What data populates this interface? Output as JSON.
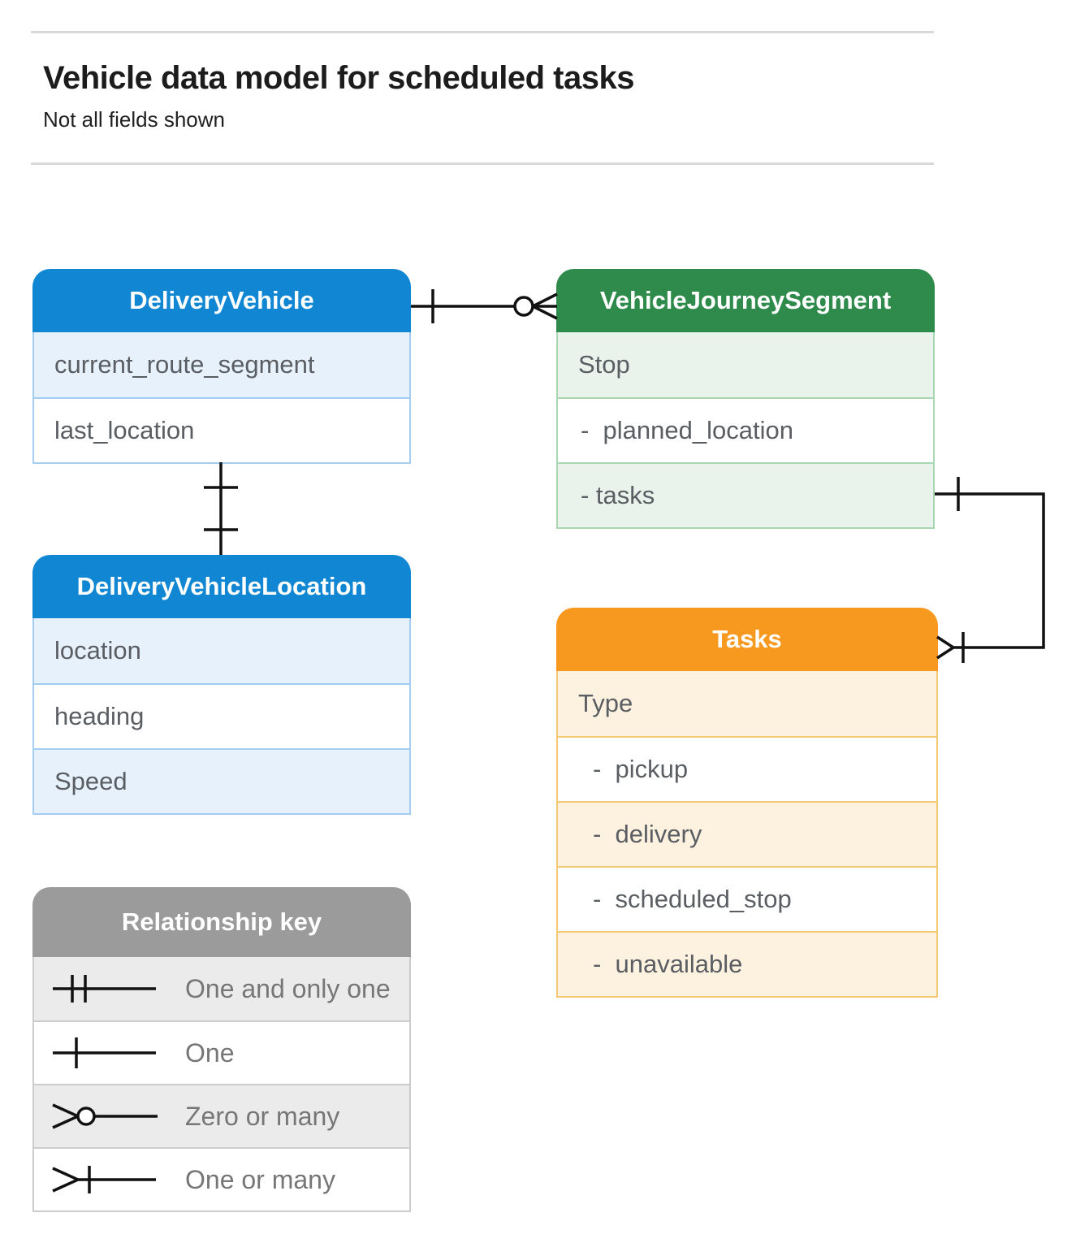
{
  "page": {
    "title": "Vehicle data model for scheduled tasks",
    "subtitle": "Not all fields shown"
  },
  "entities": {
    "delivery_vehicle": {
      "title": "DeliveryVehicle",
      "rows": [
        "current_route_segment",
        "last_location"
      ]
    },
    "vehicle_journey_segment": {
      "title": "VehicleJourneySegment",
      "rows": [
        "Stop",
        "-  planned_location",
        "- tasks"
      ]
    },
    "delivery_vehicle_location": {
      "title": "DeliveryVehicleLocation",
      "rows": [
        "location",
        "heading",
        "Speed"
      ]
    },
    "tasks": {
      "title": "Tasks",
      "rows": [
        "Type",
        "-  pickup",
        "-  delivery",
        "-  scheduled_stop",
        "-  unavailable"
      ]
    }
  },
  "relationships": [
    {
      "from": "DeliveryVehicle",
      "to": "VehicleJourneySegment",
      "from_cardinality": "one",
      "to_cardinality": "zero-or-many"
    },
    {
      "from": "DeliveryVehicle",
      "to": "DeliveryVehicleLocation",
      "from_cardinality": "one",
      "to_cardinality": "one"
    },
    {
      "from": "VehicleJourneySegment.tasks",
      "to": "Tasks",
      "from_cardinality": "one",
      "to_cardinality": "one-or-many"
    }
  ],
  "legend": {
    "title": "Relationship key",
    "items": [
      {
        "symbol": "one-and-only-one",
        "label": "One and only one"
      },
      {
        "symbol": "one",
        "label": "One"
      },
      {
        "symbol": "zero-or-many",
        "label": "Zero or many"
      },
      {
        "symbol": "one-or-many",
        "label": "One or many"
      }
    ]
  },
  "palette": {
    "blue_header": "#1187d3",
    "blue_row_shade": "#e7f1fc",
    "blue_border": "#a4cdf1",
    "green_header": "#2e8b4c",
    "green_row_shade": "#e9f3eb",
    "green_border": "#a9d6b3",
    "orange_header": "#f8991f",
    "orange_row_shade": "#fdf2e0",
    "orange_border": "#f7c873",
    "legend_header": "#9b9b9b",
    "legend_row_shade": "#ebebeb",
    "divider": "#d9d9d9",
    "row_text": "#5a5e63",
    "connector": "#111111"
  }
}
